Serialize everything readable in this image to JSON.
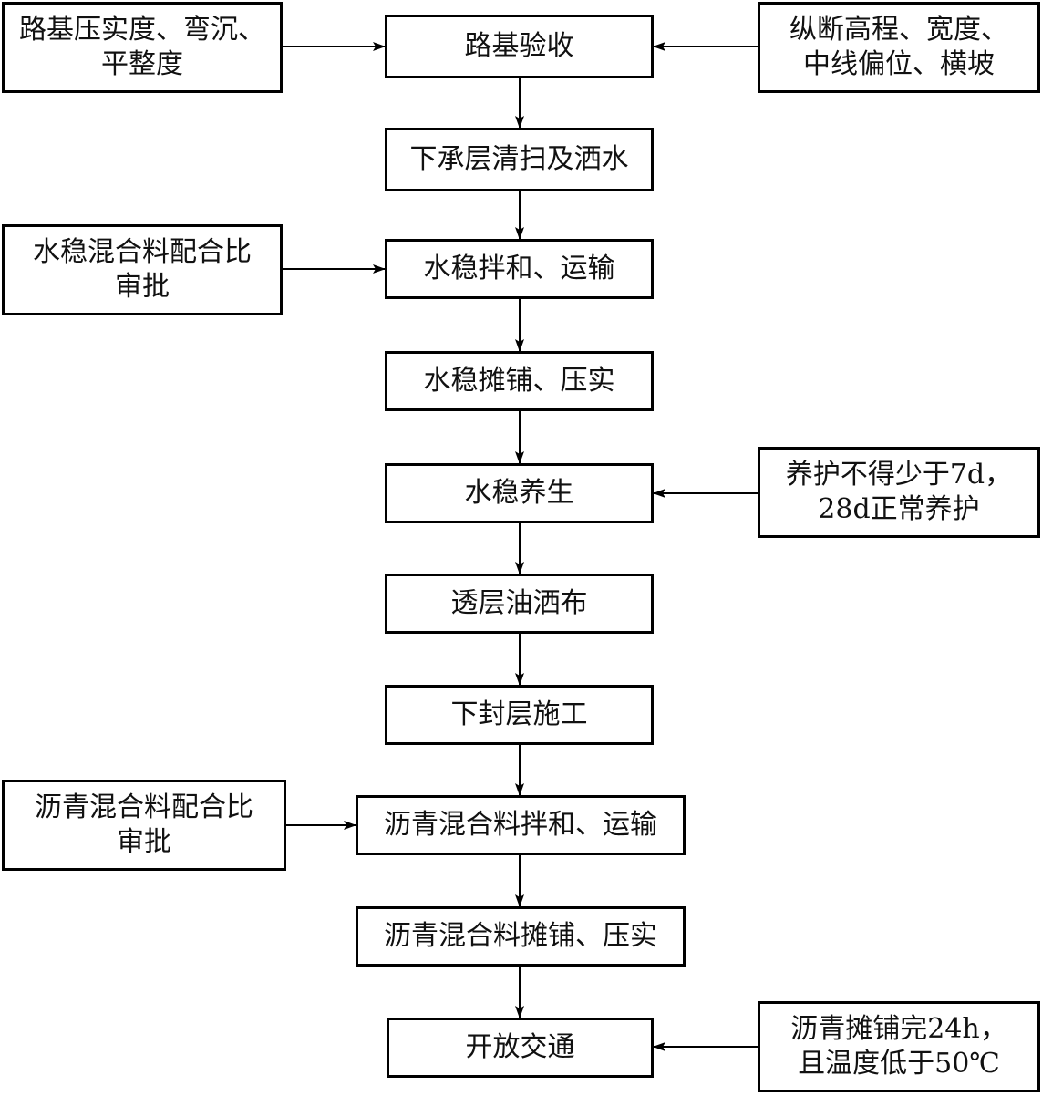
{
  "main_steps": [
    {
      "label": "路基验收"
    },
    {
      "label": "下承层清扫及洒水"
    },
    {
      "label": "水稳拌和、运输"
    },
    {
      "label": "水稳摊铺、压实"
    },
    {
      "label": "水稳养生"
    },
    {
      "label": "透层油洒布"
    },
    {
      "label": "下封层施工"
    },
    {
      "label": "沥青混合料拌和、运输"
    },
    {
      "label": "沥青混合料摊铺、压实"
    },
    {
      "label": "开放交通"
    }
  ],
  "side_notes": [
    {
      "label": "路基压实度、弯沉、\n平整度",
      "side": "left",
      "target_step": "路基验收"
    },
    {
      "label": "纵断高程、宽度、\n中线偏位、横坡",
      "side": "right",
      "target_step": "路基验收"
    },
    {
      "label": "水稳混合料配合比\n审批",
      "side": "left",
      "target_step": "水稳拌和、运输"
    },
    {
      "label": "养护不得少于7d，\n28d正常养护",
      "side": "right",
      "target_step": "水稳养生"
    },
    {
      "label": "沥青混合料配合比\n审批",
      "side": "left",
      "target_step": "沥青混合料拌和、运输"
    },
    {
      "label": "沥青摊铺完24h，\n且温度低于50℃",
      "side": "right",
      "target_step": "开放交通"
    }
  ]
}
